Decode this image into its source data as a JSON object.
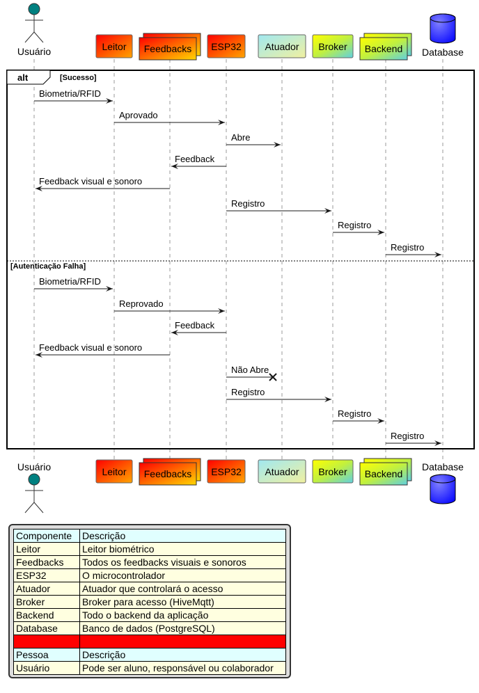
{
  "participants": [
    {
      "id": "usuario",
      "label": "Usuário",
      "kind": "actor"
    },
    {
      "id": "leitor",
      "label": "Leitor",
      "kind": "box",
      "fill": "gradient-red-orange"
    },
    {
      "id": "feedbacks",
      "label": "Feedbacks",
      "kind": "collection",
      "fill": "gradient-red-yellow"
    },
    {
      "id": "esp32",
      "label": "ESP32",
      "kind": "box",
      "fill": "gradient-red-orange"
    },
    {
      "id": "atuador",
      "label": "Atuador",
      "kind": "box",
      "fill": "gradient-cyan-yellow"
    },
    {
      "id": "broker",
      "label": "Broker",
      "kind": "box",
      "fill": "gradient-yellow-green-cyan"
    },
    {
      "id": "backend",
      "label": "Backend",
      "kind": "collection",
      "fill": "gradient-yellow-green-cyan"
    },
    {
      "id": "database",
      "label": "Database",
      "kind": "database",
      "fill": "#0000ff"
    }
  ],
  "frame": {
    "keyword": "alt",
    "sections": [
      {
        "guard": "[Sucesso]",
        "messages": [
          {
            "from": "usuario",
            "to": "leitor",
            "label": "Biometria/RFID"
          },
          {
            "from": "leitor",
            "to": "esp32",
            "label": "Aprovado"
          },
          {
            "from": "esp32",
            "to": "atuador",
            "label": "Abre"
          },
          {
            "from": "esp32",
            "to": "feedbacks",
            "label": "Feedback"
          },
          {
            "from": "feedbacks",
            "to": "usuario",
            "label": "Feedback visual e sonoro"
          },
          {
            "from": "esp32",
            "to": "broker",
            "label": "Registro"
          },
          {
            "from": "broker",
            "to": "backend",
            "label": "Registro"
          },
          {
            "from": "backend",
            "to": "database",
            "label": "Registro"
          }
        ]
      },
      {
        "guard": "[Autenticação Falha]",
        "messages": [
          {
            "from": "usuario",
            "to": "leitor",
            "label": "Biometria/RFID"
          },
          {
            "from": "leitor",
            "to": "esp32",
            "label": "Reprovado"
          },
          {
            "from": "esp32",
            "to": "feedbacks",
            "label": "Feedback"
          },
          {
            "from": "feedbacks",
            "to": "usuario",
            "label": "Feedback visual e sonoro"
          },
          {
            "from": "esp32",
            "to": "atuador",
            "label": "Não Abre",
            "lost": true
          },
          {
            "from": "esp32",
            "to": "broker",
            "label": "Registro"
          },
          {
            "from": "broker",
            "to": "backend",
            "label": "Registro"
          },
          {
            "from": "backend",
            "to": "database",
            "label": "Registro"
          }
        ]
      }
    ]
  },
  "legend": {
    "header": {
      "name": "Componente",
      "desc": "Descrição"
    },
    "components": [
      {
        "name": "Leitor",
        "desc": "Leitor biométrico"
      },
      {
        "name": "Feedbacks",
        "desc": "Todos os feedbacks visuais e sonoros"
      },
      {
        "name": "ESP32",
        "desc": "O microcontrolador"
      },
      {
        "name": "Atuador",
        "desc": "Atuador que controlará o acesso"
      },
      {
        "name": "Broker",
        "desc": "Broker para acesso (HiveMqtt)"
      },
      {
        "name": "Backend",
        "desc": "Todo o backend da aplicação"
      },
      {
        "name": "Database",
        "desc": "Banco de dados (PostgreSQL)"
      }
    ],
    "separator_color": "#ff0000",
    "people_header": {
      "name": "Pessoa",
      "desc": "Descrição"
    },
    "people": [
      {
        "name": "Usuário",
        "desc": "Pode ser aluno, responsável ou colaborador"
      }
    ]
  },
  "colors": {
    "lifeline": "#999999",
    "actor_head": "#008080",
    "frame_border": "#000000",
    "legend_header": "#e0ffff",
    "legend_row": "#ffffe0"
  }
}
